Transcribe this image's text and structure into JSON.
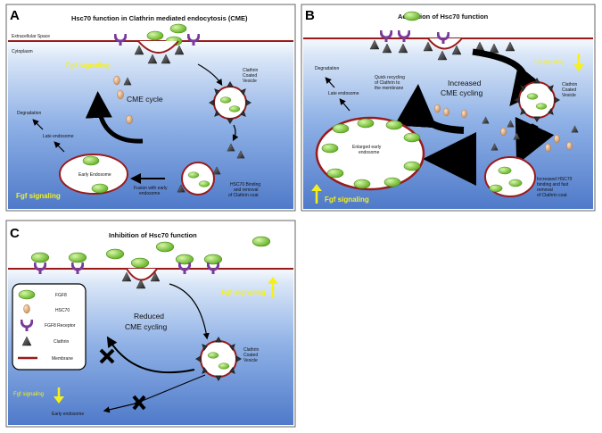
{
  "panels": {
    "A": {
      "letter": "A",
      "title": "Hsc70 function in Clathrin mediated endocytosis (CME)",
      "extracellular": "Extracellular Space",
      "cytoplasm": "Cytoplasm",
      "fgf_top": "Fgf signaling",
      "fgf_bottom": "Fgf signaling",
      "cycle": "CME cycle",
      "clathrin_vesicle": [
        "Clathrin",
        "Coated",
        "Vesicle"
      ],
      "degradation": "Degradation",
      "late_endosome": "Late endosome",
      "early_endosome": "Early Endosome",
      "fusion": [
        "Fusion with early",
        "endosome"
      ],
      "hsc70_binding": [
        "HSC70 Binding",
        "and removal",
        "of Clathrin coat"
      ]
    },
    "B": {
      "letter": "B",
      "title": "Activation of Hsc70 function",
      "fgf_top": "Fgf signaling",
      "fgf_bottom": "Fgf signaling",
      "degradation": "Degradation",
      "late_endosome": "Late endosome",
      "quick_recycling": [
        "Quick recycling",
        "of Clathrin to",
        "the membrane"
      ],
      "increased_cycling": [
        "Increased",
        "CME cycling"
      ],
      "clathrin_vesicle": [
        "Clathrin",
        "Coated",
        "Vesicle"
      ],
      "enlarged": [
        "Enlarged early",
        "endosome"
      ],
      "increased_binding": [
        "Increased HSC70",
        "binding and fast",
        "removal",
        "of Clathrin coat"
      ]
    },
    "C": {
      "letter": "C",
      "title": "Inhibition of Hsc70 function",
      "fgf_top": "Fgf signaling",
      "fgf_bottom": "Fgf signaling",
      "reduced": [
        "Reduced",
        "CME cycling"
      ],
      "clathrin_vesicle": [
        "Clathrin",
        "Coated",
        "Vesicle"
      ],
      "early_endosome": "Early endosome",
      "legend": [
        "FGF8",
        "HSC70",
        "FGF8 Receptor",
        "Clathrin",
        "Membrane"
      ]
    }
  },
  "colors": {
    "fgf8": "#8fd63a",
    "hsc70": "#f2b98a",
    "receptor": "#7a3a9a",
    "clathrin": "#3d3d3d",
    "membrane": "#9a1a1a",
    "signal": "#f6f01a"
  }
}
